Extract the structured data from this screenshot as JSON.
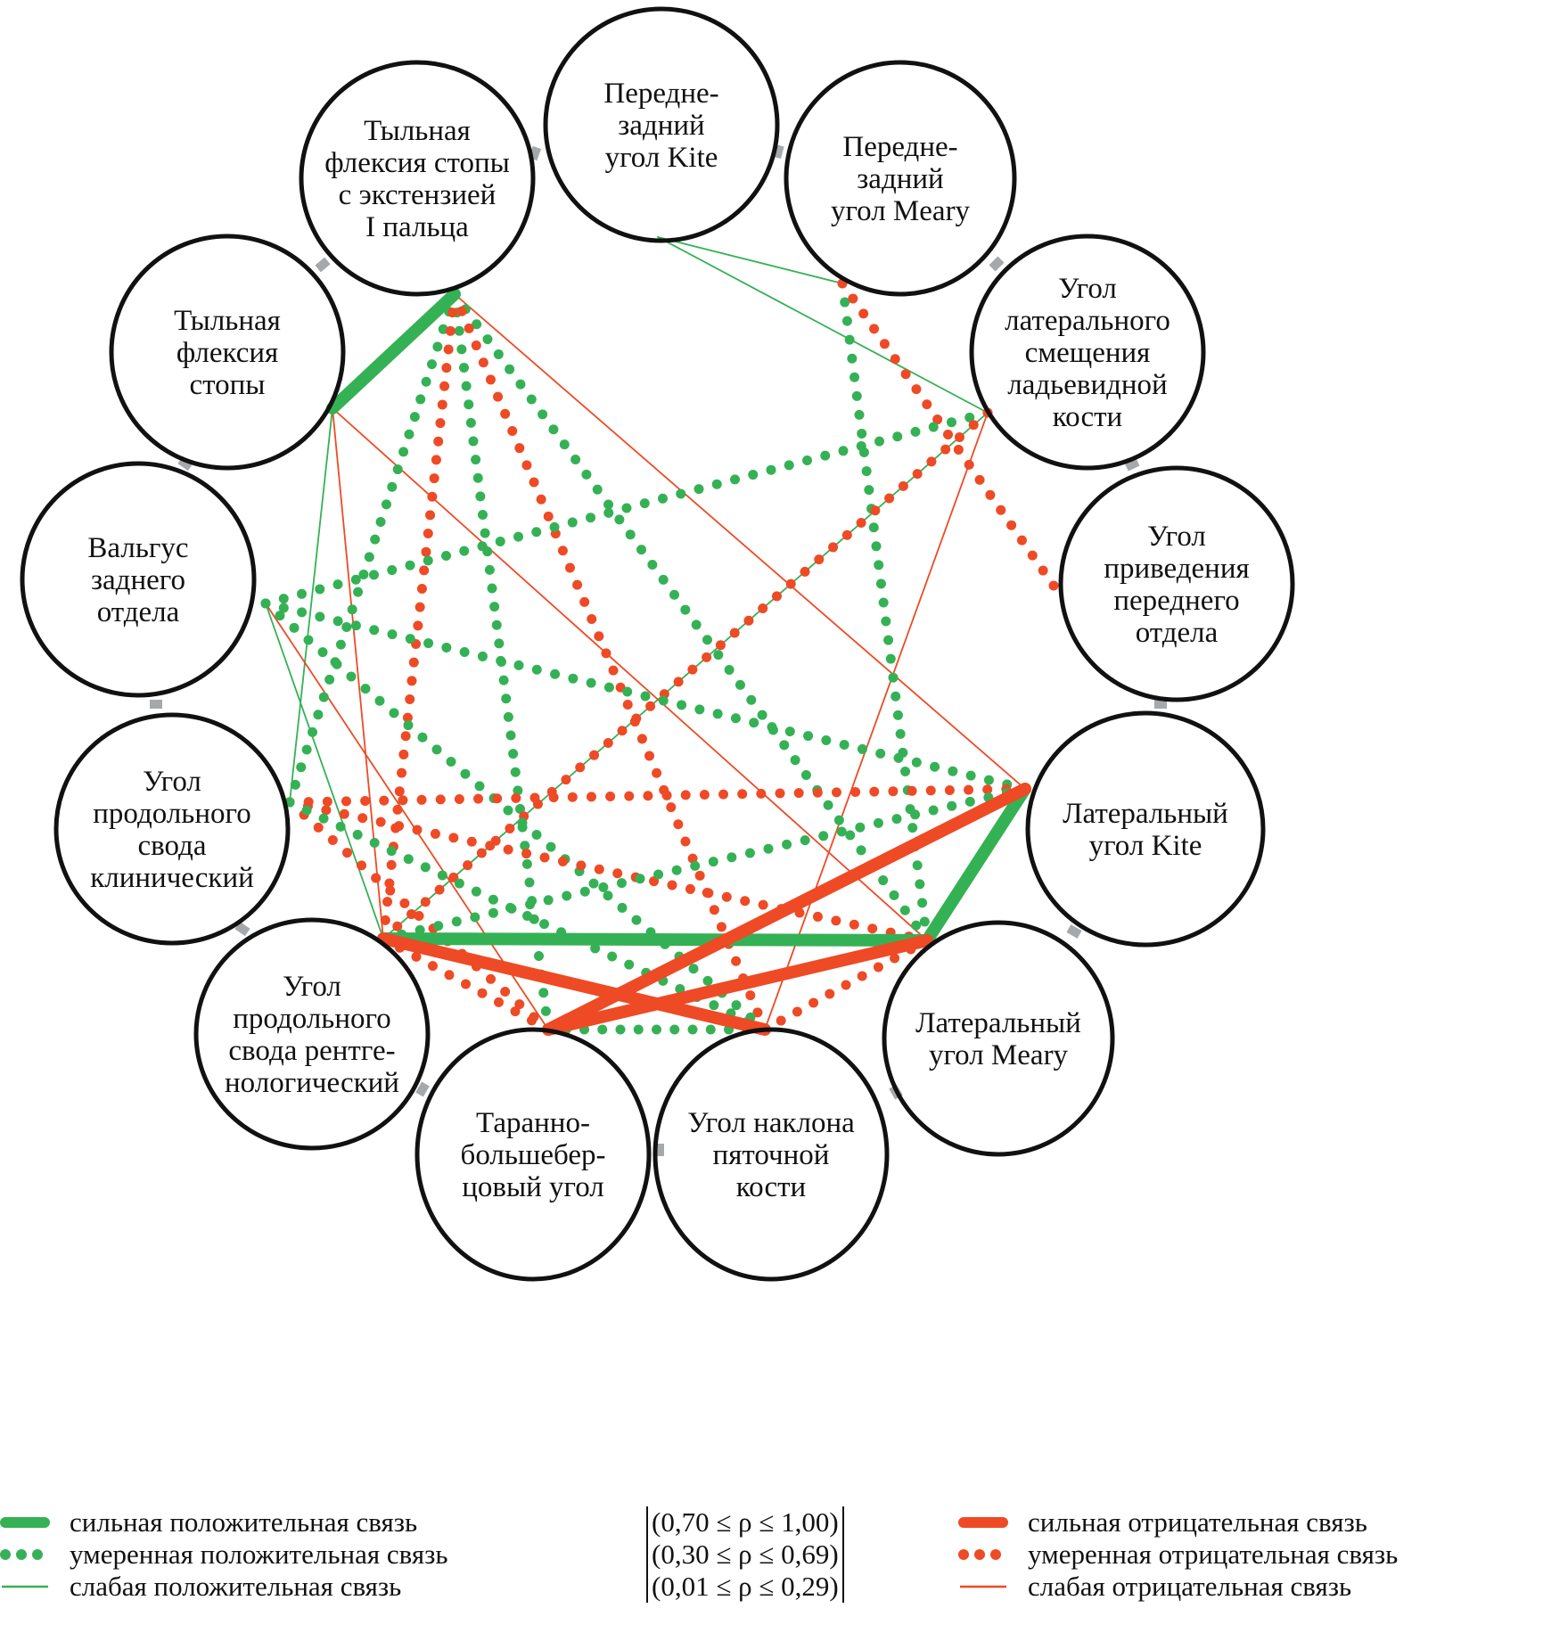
{
  "colors": {
    "positive": "#35b155",
    "negative": "#ee4a25",
    "node_stroke": "#111111",
    "separator": "#a6a9ac"
  },
  "nodes": [
    {
      "id": "n0",
      "lines": [
        "Передне-",
        "задний",
        "угол Kite"
      ]
    },
    {
      "id": "n1",
      "lines": [
        "Передне-",
        "задний",
        "угол Meary"
      ]
    },
    {
      "id": "n2",
      "lines": [
        "Угол",
        "латерального",
        "смещения",
        "ладьевидной",
        "кости"
      ]
    },
    {
      "id": "n3",
      "lines": [
        "Угол",
        "приведения",
        "переднего",
        "отдела"
      ]
    },
    {
      "id": "n4",
      "lines": [
        "Латеральный",
        "угол Kite"
      ]
    },
    {
      "id": "n5",
      "lines": [
        "Латеральный",
        "угол Meary"
      ]
    },
    {
      "id": "n6",
      "lines": [
        "Угол наклона",
        "пяточной",
        "кости"
      ]
    },
    {
      "id": "n7",
      "lines": [
        "Таранно-",
        "большебер-",
        "цовый угол"
      ]
    },
    {
      "id": "n8",
      "lines": [
        "Угол",
        "продольного",
        "свода рентге-",
        "нологический"
      ]
    },
    {
      "id": "n9",
      "lines": [
        "Угол",
        "продольного",
        "свода",
        "клинический"
      ]
    },
    {
      "id": "n10",
      "lines": [
        "Вальгус",
        "заднего",
        "отдела"
      ]
    },
    {
      "id": "n11",
      "lines": [
        "Тыльная",
        "флексия",
        "стопы"
      ]
    },
    {
      "id": "n12",
      "lines": [
        "Тыльная",
        "флексия стопы",
        "с экстензией",
        "I пальца"
      ]
    }
  ],
  "edges": [
    {
      "from": "n12",
      "to": "n11",
      "sign": "positive",
      "strength": "strong"
    },
    {
      "from": "n8",
      "to": "n5",
      "sign": "positive",
      "strength": "strong"
    },
    {
      "from": "n5",
      "to": "n4",
      "sign": "positive",
      "strength": "strong"
    },
    {
      "from": "n8",
      "to": "n6",
      "sign": "negative",
      "strength": "strong"
    },
    {
      "from": "n7",
      "to": "n4",
      "sign": "negative",
      "strength": "strong"
    },
    {
      "from": "n7",
      "to": "n5",
      "sign": "negative",
      "strength": "strong"
    },
    {
      "from": "n12",
      "to": "n9",
      "sign": "positive",
      "strength": "moderate"
    },
    {
      "from": "n12",
      "to": "n7",
      "sign": "positive",
      "strength": "moderate"
    },
    {
      "from": "n12",
      "to": "n5",
      "sign": "positive",
      "strength": "moderate"
    },
    {
      "from": "n12",
      "to": "n8",
      "sign": "negative",
      "strength": "moderate"
    },
    {
      "from": "n12",
      "to": "n6",
      "sign": "negative",
      "strength": "moderate"
    },
    {
      "from": "n1",
      "to": "n5",
      "sign": "positive",
      "strength": "moderate"
    },
    {
      "from": "n1",
      "to": "n3",
      "sign": "negative",
      "strength": "moderate"
    },
    {
      "from": "n2",
      "to": "n10",
      "sign": "positive",
      "strength": "moderate"
    },
    {
      "from": "n2",
      "to": "n8",
      "sign": "negative",
      "strength": "moderate"
    },
    {
      "from": "n10",
      "to": "n4",
      "sign": "positive",
      "strength": "moderate"
    },
    {
      "from": "n10",
      "to": "n6",
      "sign": "positive",
      "strength": "moderate"
    },
    {
      "from": "n9",
      "to": "n4",
      "sign": "negative",
      "strength": "moderate"
    },
    {
      "from": "n9",
      "to": "n5",
      "sign": "negative",
      "strength": "moderate"
    },
    {
      "from": "n9",
      "to": "n7",
      "sign": "negative",
      "strength": "moderate"
    },
    {
      "from": "n9",
      "to": "n6",
      "sign": "positive",
      "strength": "moderate"
    },
    {
      "from": "n8",
      "to": "n4",
      "sign": "positive",
      "strength": "moderate"
    },
    {
      "from": "n8",
      "to": "n7",
      "sign": "negative",
      "strength": "moderate"
    },
    {
      "from": "n7",
      "to": "n6",
      "sign": "positive",
      "strength": "moderate"
    },
    {
      "from": "n6",
      "to": "n5",
      "sign": "negative",
      "strength": "moderate"
    },
    {
      "from": "n7",
      "to": "n4",
      "sign": "positive",
      "strength": "moderate"
    },
    {
      "from": "n0",
      "to": "n1",
      "sign": "positive",
      "strength": "weak"
    },
    {
      "from": "n0",
      "to": "n2",
      "sign": "positive",
      "strength": "weak"
    },
    {
      "from": "n2",
      "to": "n8",
      "sign": "positive",
      "strength": "weak"
    },
    {
      "from": "n2",
      "to": "n6",
      "sign": "negative",
      "strength": "weak"
    },
    {
      "from": "n12",
      "to": "n4",
      "sign": "negative",
      "strength": "weak"
    },
    {
      "from": "n11",
      "to": "n9",
      "sign": "positive",
      "strength": "weak"
    },
    {
      "from": "n11",
      "to": "n8",
      "sign": "negative",
      "strength": "weak"
    },
    {
      "from": "n11",
      "to": "n5",
      "sign": "negative",
      "strength": "weak"
    },
    {
      "from": "n10",
      "to": "n8",
      "sign": "positive",
      "strength": "weak"
    },
    {
      "from": "n10",
      "to": "n7",
      "sign": "negative",
      "strength": "weak"
    }
  ],
  "legend": {
    "positive": [
      {
        "strength": "strong",
        "label": "сильная положительная связь"
      },
      {
        "strength": "moderate",
        "label": "умеренная положительная связь"
      },
      {
        "strength": "weak",
        "label": "слабая положительная связь"
      }
    ],
    "ranges": [
      "(0,70 ≤ ρ ≤ 1,00)",
      "(0,30 ≤ ρ ≤ 0,69)",
      "(0,01 ≤ ρ ≤ 0,29)"
    ],
    "negative": [
      {
        "strength": "strong",
        "label": "сильная отрицательная связь"
      },
      {
        "strength": "moderate",
        "label": "умеренная отрицательная связь"
      },
      {
        "strength": "weak",
        "label": "слабая отрицательная связь"
      }
    ]
  }
}
